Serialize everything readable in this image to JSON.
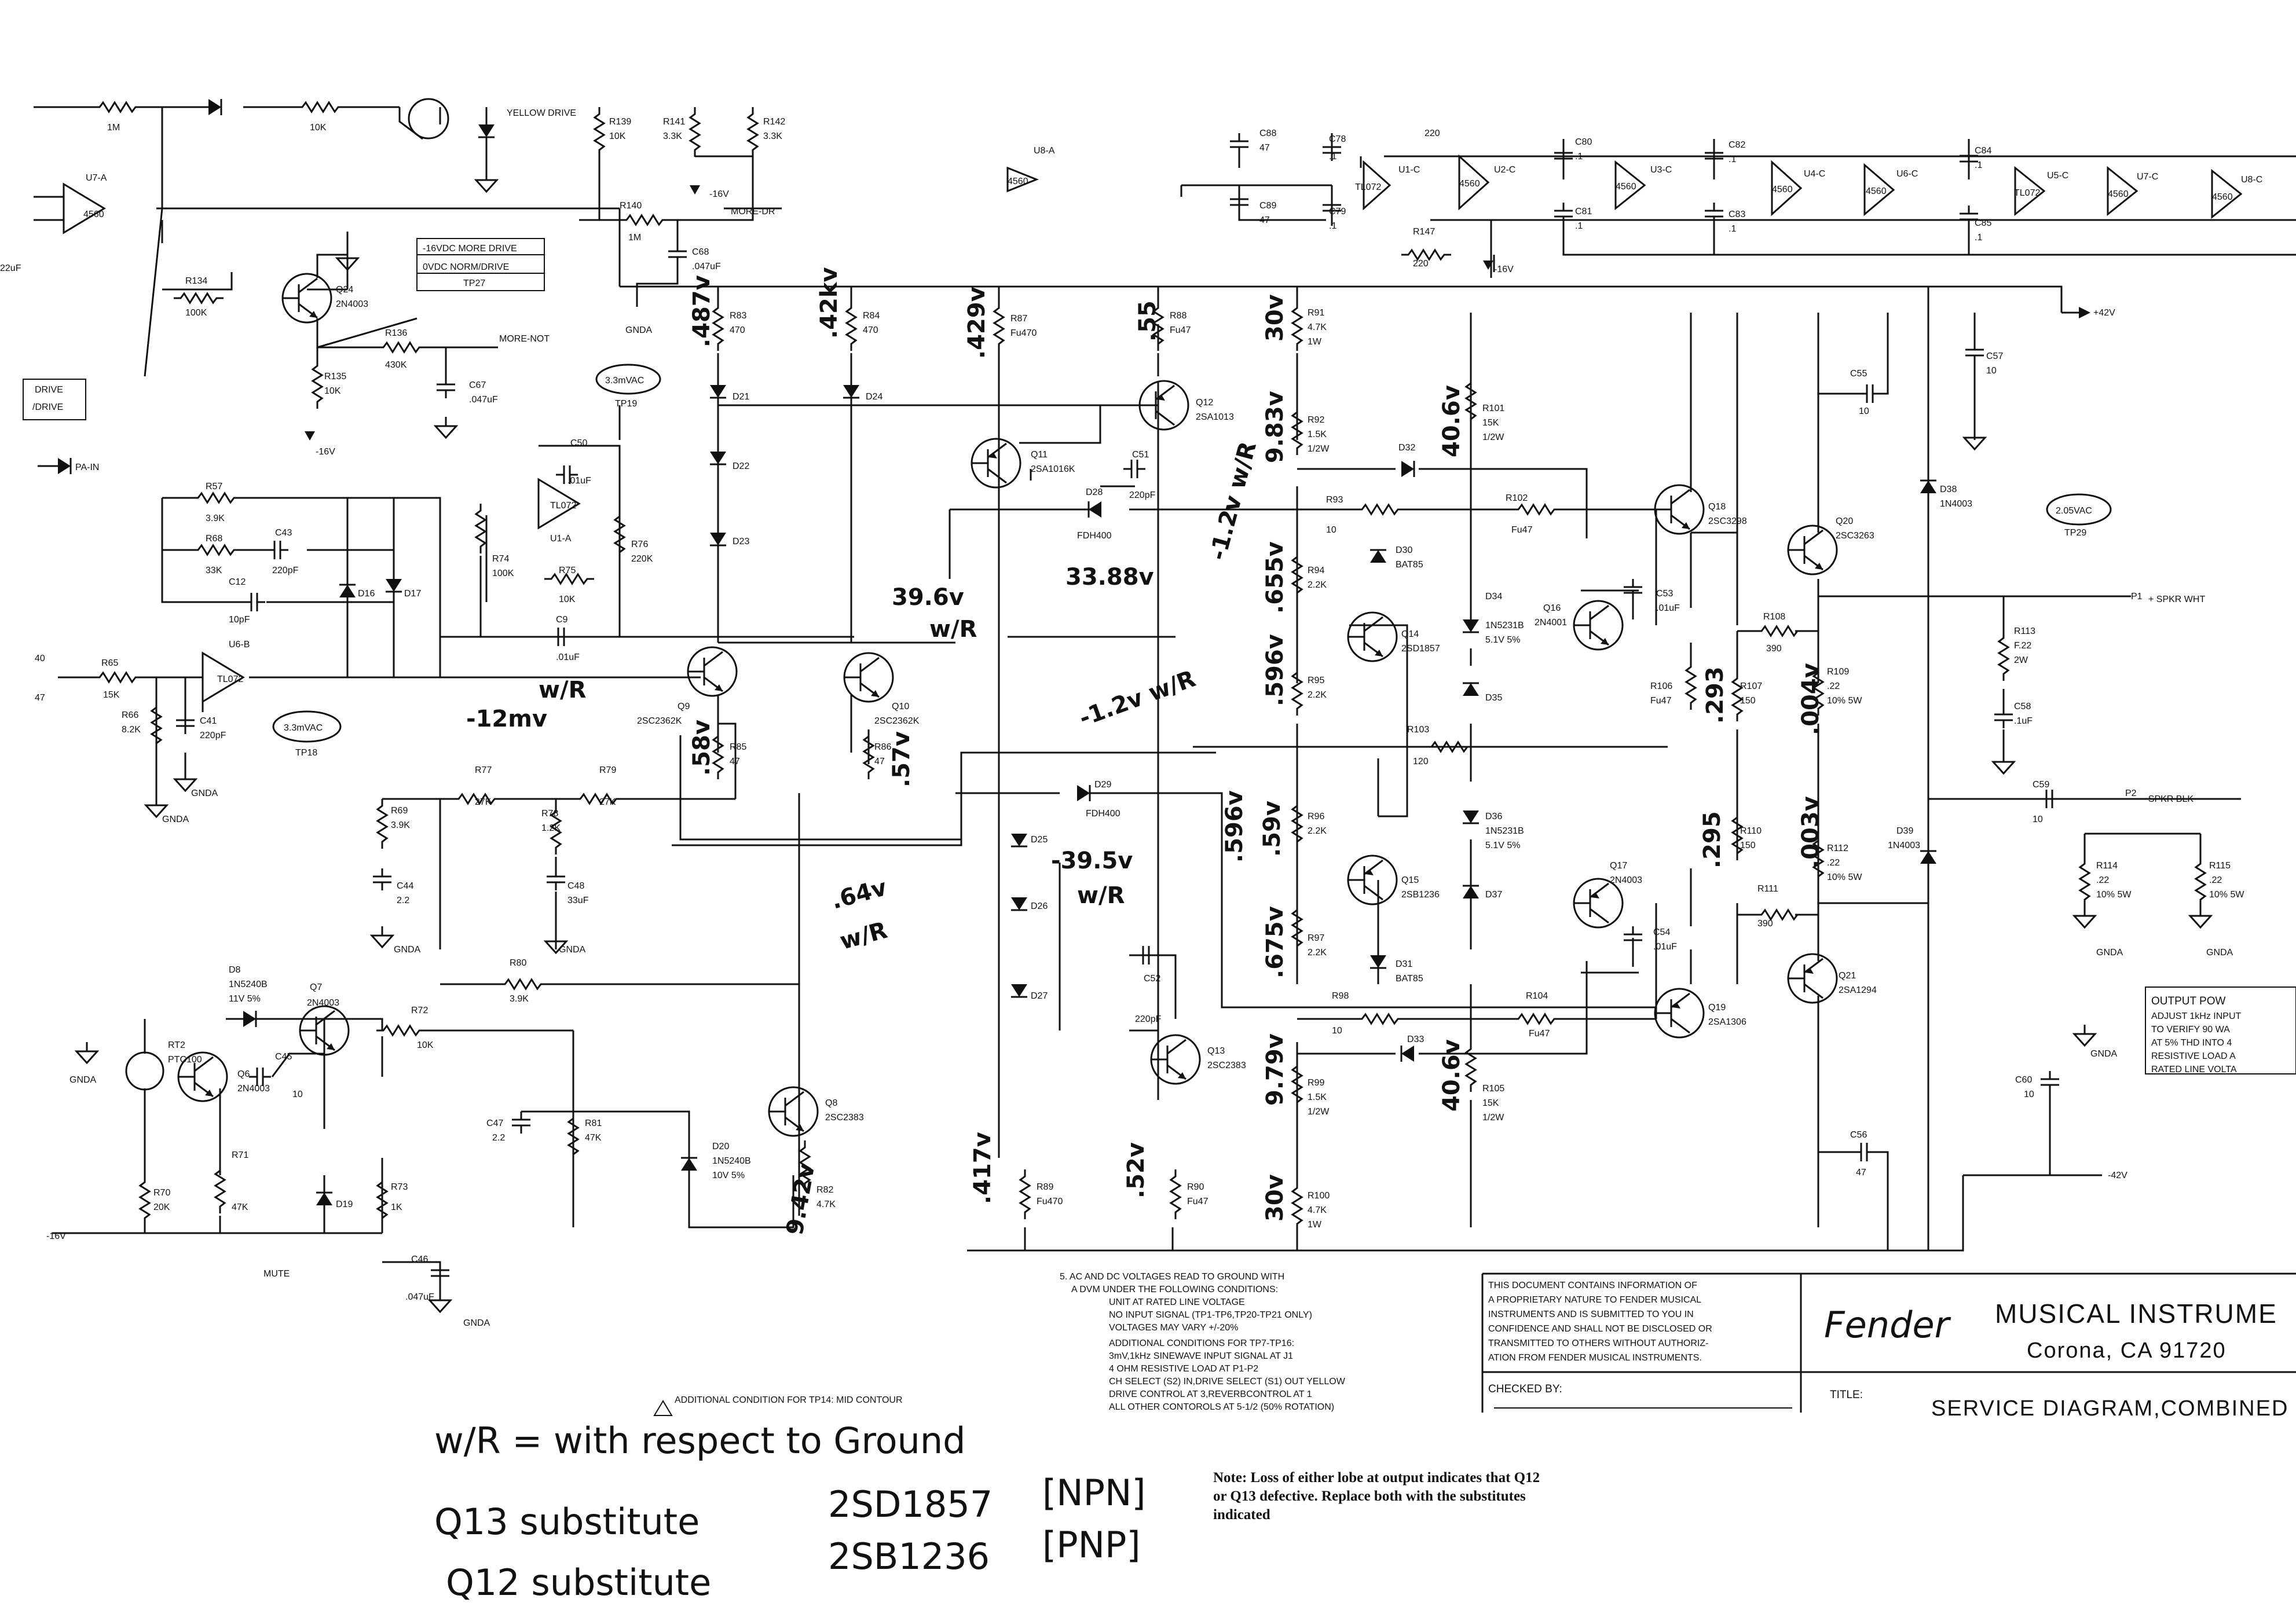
{
  "labels": {
    "u7a": "U7-A",
    "u7a_part": "4560",
    "u8a": "U8-A",
    "u8a_part": "4560",
    "u6b": "U6-B",
    "u6b_part": "TL072",
    "u1a": "U1-A",
    "u1a_part": "TL072",
    "r1m": "1M",
    "r10k_top": "10K",
    "yellow_drive": "YELLOW DRIVE",
    "r139": "R139",
    "r139v": "10K",
    "r141": "R141",
    "r141v": "3.3K",
    "r142": "R142",
    "r142v": "3.3K",
    "neg16_a": "-16V",
    "r140": "R140",
    "r140v": "1M",
    "more_dr": "MORE-DR",
    "c68": "C68",
    "c68v": ".047uF",
    "gnda_c68": "GNDA",
    "c66v": "22uF",
    "r134": "R134",
    "r134v": "100K",
    "q24": "Q24",
    "q24p": "2N4003",
    "tp27_l1": "-16VDC MORE DRIVE",
    "tp27_l2": "0VDC NORM/DRIVE",
    "tp27": "TP27",
    "r136": "R136",
    "r136v": "430K",
    "more_not": "MORE-NOT",
    "c67": "C67",
    "c67v": ".047uF",
    "r135": "R135",
    "r135v": "10K",
    "neg16_b": "-16V",
    "drive": "DRIVE",
    "ndrive": "/DRIVE",
    "pa_in": "PA-IN",
    "r57": "R57",
    "r57v": "3.9K",
    "r68": "R68",
    "r68v": "33K",
    "c43": "C43",
    "c43v": "220pF",
    "c12": "C12",
    "c12v": "10pF",
    "d16": "D16",
    "d17": "D17",
    "r65": "R65",
    "r65v": "15K",
    "in40": "40",
    "in47": "47",
    "r66": "R66",
    "r66v": "8.2K",
    "c41": "C41",
    "c41v": "220pF",
    "gnda_a": "GNDA",
    "gnda_b": "GNDA",
    "tp18": "3.3mVAC",
    "tp18n": "TP18",
    "tp19": "3.3mVAC",
    "tp19n": "TP19",
    "c50": "C50",
    "c50v": ".01uF",
    "r74": "R74",
    "r74v": "100K",
    "r75": "R75",
    "r75v": "10K",
    "r76": "R76",
    "r76v": "220K",
    "c9": "C9",
    "c9v": ".01uF",
    "r83": "R83",
    "r83v": "470",
    "r84": "R84",
    "r84v": "470",
    "d21": "D21",
    "d22": "D22",
    "d23": "D23",
    "d24": "D24",
    "q9": "Q9",
    "q9p": "2SC2362K",
    "q10": "Q10",
    "q10p": "2SC2362K",
    "r85": "R85",
    "r85v": "47",
    "r86": "R86",
    "r86v": "47",
    "r77": "R77",
    "r77v": "27K",
    "r78": "R78",
    "r78v": "1.2K",
    "r79": "R79",
    "r79v": "27K",
    "r69": "R69",
    "r69v": "3.9K",
    "c44": "C44",
    "c44v": "2.2",
    "gnda_c44": "GNDA",
    "c48": "C48",
    "c48v": "33uF",
    "gnda_c48": "GNDA",
    "r80": "R80",
    "r80v": "3.9K",
    "d8": "D8",
    "d8p": "1N5240B",
    "d8v": "11V 5%",
    "q7": "Q7",
    "q7p": "2N4003",
    "r72": "R72",
    "r72v": "10K",
    "rt2": "RT2",
    "rt2p": "PTC100",
    "c45": "C45",
    "c45v": "10",
    "q6": "Q6",
    "q6p": "2N4003",
    "gnda_c": "GNDA",
    "r70": "R70",
    "r70v": "20K",
    "r71": "R71",
    "r71v": "47K",
    "d19": "D19",
    "r73": "R73",
    "r73v": "1K",
    "neg16_c": "-16V",
    "mute": "MUTE",
    "c46": "C46",
    "c46v": ".047uF",
    "gnda_d": "GNDA",
    "c47": "C47",
    "c47v": "2.2",
    "r81": "R81",
    "r81v": "47K",
    "d20": "D20",
    "d20p": "1N5240B",
    "d20v": "10V 5%",
    "q8": "Q8",
    "q8p": "2SC2383",
    "r82": "R82",
    "r82v": "4.7K",
    "r87": "R87",
    "r87v": "Fu470",
    "r88": "R88",
    "r88v": "Fu47",
    "q11": "Q11",
    "q11p": "2SA1016K",
    "q12": "Q12",
    "q12p": "2SA1013",
    "c51": "C51",
    "c51v": "220pF",
    "d28": "D28",
    "d28p": "FDH400",
    "d29": "D29",
    "d29p": "FDH400",
    "d25": "D25",
    "d26": "D26",
    "d27": "D27",
    "c52": "C52",
    "c52v": "220pF",
    "q13": "Q13",
    "q13p": "2SC2383",
    "r89": "R89",
    "r89v": "Fu470",
    "r90": "R90",
    "r90v": "Fu47",
    "r91": "R91",
    "r91v": "4.7K",
    "r91w": "1W",
    "r92": "R92",
    "r92v": "1.5K",
    "r92w": "1/2W",
    "d32": "D32",
    "r93": "R93",
    "r93v": "10",
    "d30": "D30",
    "d30p": "BAT85",
    "r94": "R94",
    "r94v": "2.2K",
    "q14": "Q14",
    "q14p": "2SD1857",
    "r95": "R95",
    "r95v": "2.2K",
    "r103": "R103",
    "r103v": "120",
    "r96": "R96",
    "r96v": "2.2K",
    "q15": "Q15",
    "q15p": "2SB1236",
    "r97": "R97",
    "r97v": "2.2K",
    "d31": "D31",
    "d31p": "BAT85",
    "r98": "R98",
    "r98v": "10",
    "d33": "D33",
    "r99": "R99",
    "r99v": "1.5K",
    "r99w": "1/2W",
    "r100": "R100",
    "r100v": "4.7K",
    "r100w": "1W",
    "r101": "R101",
    "r101v": "15K",
    "r101w": "1/2W",
    "d34": "D34",
    "d34p": "1N5231B",
    "d34v": "5.1V 5%",
    "d35": "D35",
    "d36": "D36",
    "d36p": "1N5231B",
    "d36v": "5.1V 5%",
    "d37": "D37",
    "r105": "R105",
    "r105v": "15K",
    "r105w": "1/2W",
    "r102": "R102",
    "r102v": "Fu47",
    "r104": "R104",
    "r104v": "Fu47",
    "q16": "Q16",
    "q16p": "2N4001",
    "q17": "Q17",
    "q17p": "2N4003",
    "c53": "C53",
    "c53v": ".01uF",
    "c54": "C54",
    "c54v": ".01uF",
    "q18": "Q18",
    "q18p": "2SC3298",
    "q19": "Q19",
    "q19p": "2SA1306",
    "r106": "R106",
    "r106v": "Fu47",
    "r107": "R107",
    "r107v": "150",
    "r110": "R110",
    "r110v": "150",
    "r108": "R108",
    "r108v": "390",
    "r111": "R111",
    "r111v": "390",
    "q20": "Q20",
    "q20p": "2SC3263",
    "q21": "Q21",
    "q21p": "2SA1294",
    "r109": "R109",
    "r109v": ".22",
    "r109w": "10% 5W",
    "r112": "R112",
    "r112v": ".22",
    "r112w": "10% 5W",
    "c55": "C55",
    "c55v": "10",
    "c56": "C56",
    "c56v": "47",
    "d38": "D38",
    "d38p": "1N4003",
    "d39": "D39",
    "d39p": "1N4003",
    "c57": "C57",
    "c57v": "10",
    "pos42": "+42V",
    "neg42": "-42V",
    "tp29": "2.05VAC",
    "tp29n": "TP29",
    "p1": "P1",
    "spkr_wht": "+ SPKR WHT",
    "p2": "P2",
    "spkr_blk": "- SPKR BLK",
    "r113": "R113",
    "r113v": "F.22",
    "r113w": "2W",
    "c58": "C58",
    "c58v": ".1uF",
    "c59": "C59",
    "c59v": "10",
    "r114": "R114",
    "r114v": ".22",
    "r114w": "10% 5W",
    "r115": "R115",
    "r115v": ".22",
    "r115w": "10% 5W",
    "gnda_e": "GNDA",
    "gnda_f": "GNDA",
    "gnda_g": "GNDA",
    "c60": "C60",
    "c60v": "10",
    "c88": "C88",
    "c88v": "47",
    "c89": "C89",
    "c89v": "47",
    "c78": "C78",
    "c78v": ".1",
    "c79": "C79",
    "c79v": ".1",
    "u1c": "U1-C",
    "u1c_part": "TL072",
    "u2c": "U2-C",
    "u2c_part": "4560",
    "r147": "R147",
    "r147v": "220",
    "v220": "220",
    "neg16_d": "-16V",
    "c80": "C80",
    "c80v": ".1",
    "c81": "C81",
    "c81v": ".1",
    "u3c": "U3-C",
    "u3c_part": "4560",
    "c82": "C82",
    "c82v": ".1",
    "c83": "C83",
    "c83v": ".1",
    "u4c": "U4-C",
    "u4c_part": "4560",
    "u5c": "U5-C",
    "u5c_part": "TL072",
    "c84": "C84",
    "c84v": ".1",
    "c85": "C85",
    "c85v": ".1",
    "u6c": "U6-C",
    "u6c_part": "4560",
    "u7c": "U7-C",
    "u7c_part": "4560",
    "u8c": "U8-C",
    "u8c_part": "4560"
  },
  "handwritten": {
    "v_r83": ".487v",
    "v_r84": ".42kv",
    "v_r87": ".429v",
    "v_r88": ".55",
    "v_r91": "30v",
    "v_q12b": "9.83v",
    "v_r101": "40.6v",
    "v_top": "-1.2v w/R",
    "v_d28": "33.88v",
    "v_node": "39.6v",
    "v_wr1": "w/R",
    "v_r94": ".655v",
    "v_r95": ".596v",
    "v_mid": "-12mv",
    "v_wr2": "w/R",
    "v_r85": ".58v",
    "v_r86": ".57v",
    "v_d29": "-1.2v w/R",
    "v_d25": "-39.5v",
    "v_wr3": "w/R",
    "v_q8": ".64v",
    "v_wr4": "w/R",
    "v_r96": ".59v",
    "v_r96b": ".596v",
    "v_r97": ".675v",
    "v_r106": ".293",
    "v_r107": ".004v",
    "v_r110": ".295",
    "v_r112": ".003v",
    "v_r99": "9.79v",
    "v_r105": "40.6v",
    "v_r100": "30v",
    "v_r89": ".417v",
    "v_r90": ".52v",
    "v_r82": "9.42v"
  },
  "ocr_labels": {
    "adj_l1": "OUTPUT POW",
    "adj_l2": "ADJUST 1kHz INPUT",
    "adj_l3": "TO VERIFY 90 WA",
    "adj_l4": "AT 5% THD INTO 4",
    "adj_l5": "RESISTIVE LOAD A",
    "adj_l6": "RATED LINE VOLTA"
  },
  "notes": {
    "n5_l1": "5. AC AND DC VOLTAGES READ TO GROUND WITH",
    "n5_l2": "A DVM UNDER THE FOLLOWING CONDITIONS:",
    "n5_l3": "UNIT AT RATED LINE VOLTAGE",
    "n5_l4": "NO INPUT SIGNAL (TP1-TP6,TP20-TP21 ONLY)",
    "n5_l5": "VOLTAGES MAY VARY +/-20%",
    "n5_l6": "ADDITIONAL CONDITIONS FOR TP7-TP16:",
    "n5_l7": "3mV,1kHz SINEWAVE INPUT SIGNAL AT J1",
    "n5_l8": "4 OHM RESISTIVE LOAD AT P1-P2",
    "n5_l9": "CH SELECT (S2) IN,DRIVE SELECT (S1) OUT YELLOW",
    "n5_l10": "DRIVE CONTROL AT 3,REVERBCONTROL AT 1",
    "n5_l11": "ALL OTHER CONTOROLS AT 5-1/2 (50% ROTATION)",
    "additional": "ADDITIONAL CONDITION FOR TP14: MID CONTOUR",
    "note_l1": "Note: Loss of either lobe at output indicates that Q12",
    "note_l2": "or Q13 defective. Replace both with the substitutes",
    "note_l3": "indicated"
  },
  "handwritten_notes": {
    "wr_def": "w/R = with respect to Ground",
    "q13_sub": "Q13 substitute",
    "q13_part": "2SD1857",
    "q13_type": "[NPN]",
    "q12_sub": "Q12 substitute",
    "q12_part": "2SB1236",
    "q12_type": "[PNP]"
  },
  "title_block": {
    "prop_l1": "THIS DOCUMENT CONTAINS INFORMATION OF",
    "prop_l2": "A PROPRIETARY NATURE TO FENDER MUSICAL",
    "prop_l3": "INSTRUMENTS AND IS SUBMITTED TO YOU IN",
    "prop_l4": "CONFIDENCE AND SHALL NOT BE DISCLOSED OR",
    "prop_l5": "TRANSMITTED TO OTHERS WITHOUT AUTHORIZ-",
    "prop_l6": "ATION FROM FENDER MUSICAL INSTRUMENTS.",
    "logo": "Fender",
    "company": "MUSICAL INSTRUME",
    "city": "Corona, CA 91720",
    "checked_by": "CHECKED BY:",
    "title_label": "TITLE:",
    "title": "SERVICE DIAGRAM,COMBINED"
  }
}
